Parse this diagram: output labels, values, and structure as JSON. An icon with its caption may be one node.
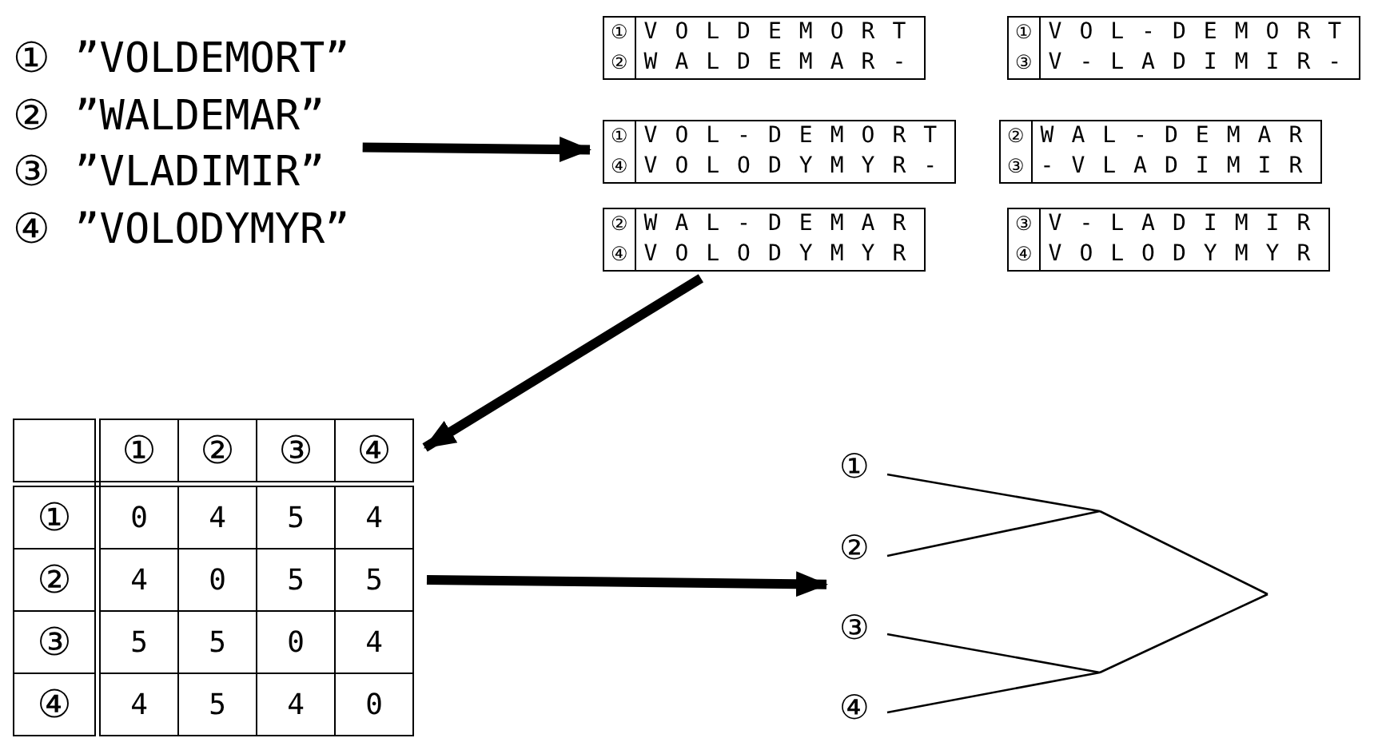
{
  "diagram": {
    "nodes": [
      {
        "text": [
          "① ”VOLDEMORT”",
          "② ”WALDEMAR”",
          "③ ”VLADIMIR”",
          "④ ”VOLODYMYR”"
        ]
      },
      {
        "text": [
          "①",
          "VOLDEMORT",
          "②",
          "WALDEMAR-"
        ]
      },
      {
        "text": [
          "①",
          "VOL-DEMORT",
          "③",
          "V-LADIMIR-"
        ]
      },
      {
        "text": [
          "①",
          "VOL-DEMORT",
          "④",
          "VOLODYMYR-"
        ]
      },
      {
        "text": [
          "②",
          "WAL-DEMAR",
          "③",
          "-VLADIMIR"
        ]
      },
      {
        "text": [
          "②",
          "WAL-DEMAR",
          "④",
          "VOLODYMYR"
        ]
      },
      {
        "text": [
          "③",
          "V-LADIMIR",
          "④",
          "VOLODYMYR"
        ]
      },
      {
        "text": [
          "①",
          "②",
          "③",
          "④",
          "①",
          "0",
          "4",
          "5",
          "4",
          "②",
          "4",
          "0",
          "5",
          "5",
          "③",
          "5",
          "5",
          "0",
          "4",
          "④",
          "4",
          "5",
          "4",
          "0"
        ]
      },
      {
        "text": [
          "①",
          "②",
          "③",
          "④"
        ]
      }
    ],
    "edges": [
      {
        "from": 0,
        "to": 3,
        "arrow": "to"
      },
      {
        "from": 5,
        "to": 7,
        "arrow": "to"
      },
      {
        "from": 7,
        "to": 8,
        "arrow": "to"
      }
    ]
  }
}
